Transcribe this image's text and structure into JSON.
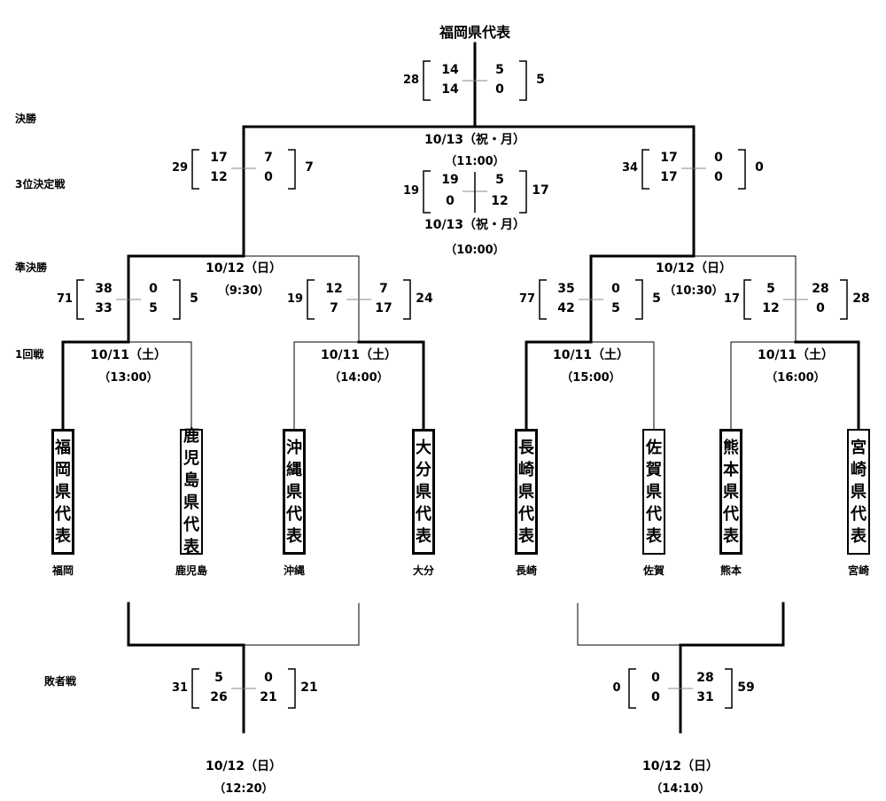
{
  "title": "福岡県代表",
  "rounds": {
    "final": "決勝",
    "third": "3位決定戦",
    "semi": "準決勝",
    "first": "1回戦",
    "consolation": "敗者戦"
  },
  "teams": [
    {
      "box": "福岡県代表",
      "short": "福岡"
    },
    {
      "box": "鹿児島県代表",
      "short": "鹿児島"
    },
    {
      "box": "沖縄県代表",
      "short": "沖縄"
    },
    {
      "box": "大分県代表",
      "short": "大分"
    },
    {
      "box": "長崎県代表",
      "short": "長崎"
    },
    {
      "box": "佐賀県代表",
      "short": "佐賀"
    },
    {
      "box": "熊本県代表",
      "short": "熊本"
    },
    {
      "box": "宮崎県代表",
      "short": "宮崎"
    }
  ],
  "schedule": {
    "final_date": "10/13（祝・月）",
    "final_time": "（11:00）",
    "third_date": "10/13（祝・月）",
    "third_time": "（10:00）",
    "semi_l_date": "10/12（日）",
    "semi_l_time": "（9:30）",
    "semi_r_date": "10/12（日）",
    "semi_r_time": "（10:30）",
    "r1_1_date": "10/11（土）",
    "r1_1_time": "（13:00）",
    "r1_2_date": "10/11（土）",
    "r1_2_time": "（14:00）",
    "r1_3_date": "10/11（土）",
    "r1_3_time": "（15:00）",
    "r1_4_date": "10/11（土）",
    "r1_4_time": "（16:00）",
    "cons_l_date": "10/12（日）",
    "cons_l_time": "（12:20）",
    "cons_r_date": "10/12（日）",
    "cons_r_time": "（14:10）"
  },
  "scores": {
    "final": {
      "lt": "28",
      "rt": "5",
      "lh": [
        "14",
        "14"
      ],
      "rh": [
        "5",
        "0"
      ]
    },
    "third": {
      "lt": "19",
      "rt": "17",
      "lh": [
        "19",
        "0"
      ],
      "rh": [
        "5",
        "12"
      ]
    },
    "semi_l": {
      "lt": "29",
      "rt": "7",
      "lh": [
        "17",
        "12"
      ],
      "rh": [
        "7",
        "0"
      ]
    },
    "semi_r": {
      "lt": "34",
      "rt": "0",
      "lh": [
        "17",
        "17"
      ],
      "rh": [
        "0",
        "0"
      ]
    },
    "r1_1": {
      "lt": "71",
      "rt": "5",
      "lh": [
        "38",
        "33"
      ],
      "rh": [
        "0",
        "5"
      ]
    },
    "r1_2": {
      "lt": "19",
      "rt": "24",
      "lh": [
        "12",
        "7"
      ],
      "rh": [
        "7",
        "17"
      ]
    },
    "r1_3": {
      "lt": "77",
      "rt": "5",
      "lh": [
        "35",
        "42"
      ],
      "rh": [
        "0",
        "5"
      ]
    },
    "r1_4": {
      "lt": "17",
      "rt": "28",
      "lh": [
        "5",
        "12"
      ],
      "rh": [
        "28",
        "0"
      ]
    },
    "cons_l": {
      "lt": "31",
      "rt": "21",
      "lh": [
        "5",
        "26"
      ],
      "rh": [
        "0",
        "21"
      ]
    },
    "cons_r": {
      "lt": "0",
      "rt": "59",
      "lh": [
        "0",
        "0"
      ],
      "rh": [
        "28",
        "31"
      ]
    }
  }
}
